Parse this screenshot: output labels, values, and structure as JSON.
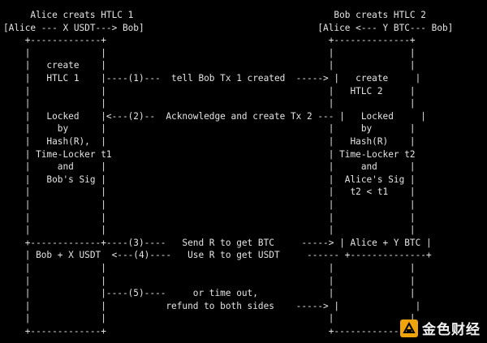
{
  "diagram": {
    "lines": [
      "     Alice creats HTLC 1                                     Bob creats HTLC 2",
      "[Alice --- X USDT---> Bob]                                [Alice <--- Y BTC--- Bob]",
      "    +-------------+                                         +--------------+",
      "    |             |                                         |              |",
      "    |   create    |                                         |              |",
      "    |   HTLC 1    |----(1)---  tell Bob Tx 1 created  -----> |   create     |",
      "    |             |                                         |   HTLC 2     |",
      "    |             |                                         |              |",
      "    |   Locked    |<---(2)--  Acknowledge and create Tx 2 --- |   Locked     |",
      "    |     by      |                                         |     by       |",
      "    |   Hash(R),  |                                         |   Hash(R)    |",
      "    | Time-Locker t1                                        | Time-Locker t2",
      "    |     and     |                                         |     and      |",
      "    |   Bob's Sig |                                         |  Alice's Sig |",
      "    |             |                                         |   t2 < t1    |",
      "    |             |                                         |              |",
      "    |             |                                         |              |",
      "    |             |                                         |              |",
      "    +-------------+----(3)----   Send R to get BTC     -----> | Alice + Y BTC |",
      "    | Bob + X USDT  <---(4)----   Use R to get USDT     ------ +--------------+",
      "    |             |                                         |              |",
      "    |             |                                         |              |",
      "    |             |----(5)----     or time out,             |              |",
      "    |             |           refund to both sides    -----> |              |",
      "    |             |                                         |              |",
      "    +-------------+                                         +--------------+"
    ]
  },
  "watermark": {
    "text": "金色财经"
  }
}
